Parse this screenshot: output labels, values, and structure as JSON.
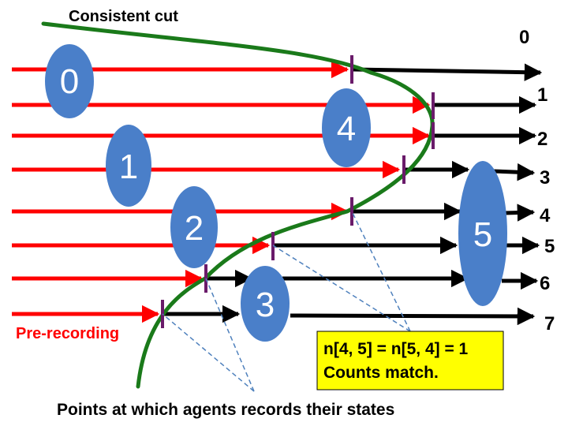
{
  "texts": {
    "cut_title": "Consistent cut",
    "pre_recording": "Pre-recording",
    "caption": "Points at which agents records their states",
    "note_line1": "n[4, 5] = n[5, 4] = 1",
    "note_line2": "Counts match."
  },
  "channel_labels": [
    "0",
    "1",
    "2",
    "3",
    "4",
    "5",
    "6",
    "7"
  ],
  "agents": [
    "0",
    "1",
    "2",
    "3",
    "4",
    "5"
  ],
  "colors": {
    "pre_arrow": "#ff0000",
    "post_arrow": "#000000",
    "cut_curve": "#1a7a1a",
    "record_mark": "#6a1b6a",
    "agent_fill": "#4a7fc9",
    "agent_label": "#ffffff",
    "note_fill": "#ffff00",
    "pointer_line": "#4f81bd",
    "pre_text": "#ff0000"
  }
}
